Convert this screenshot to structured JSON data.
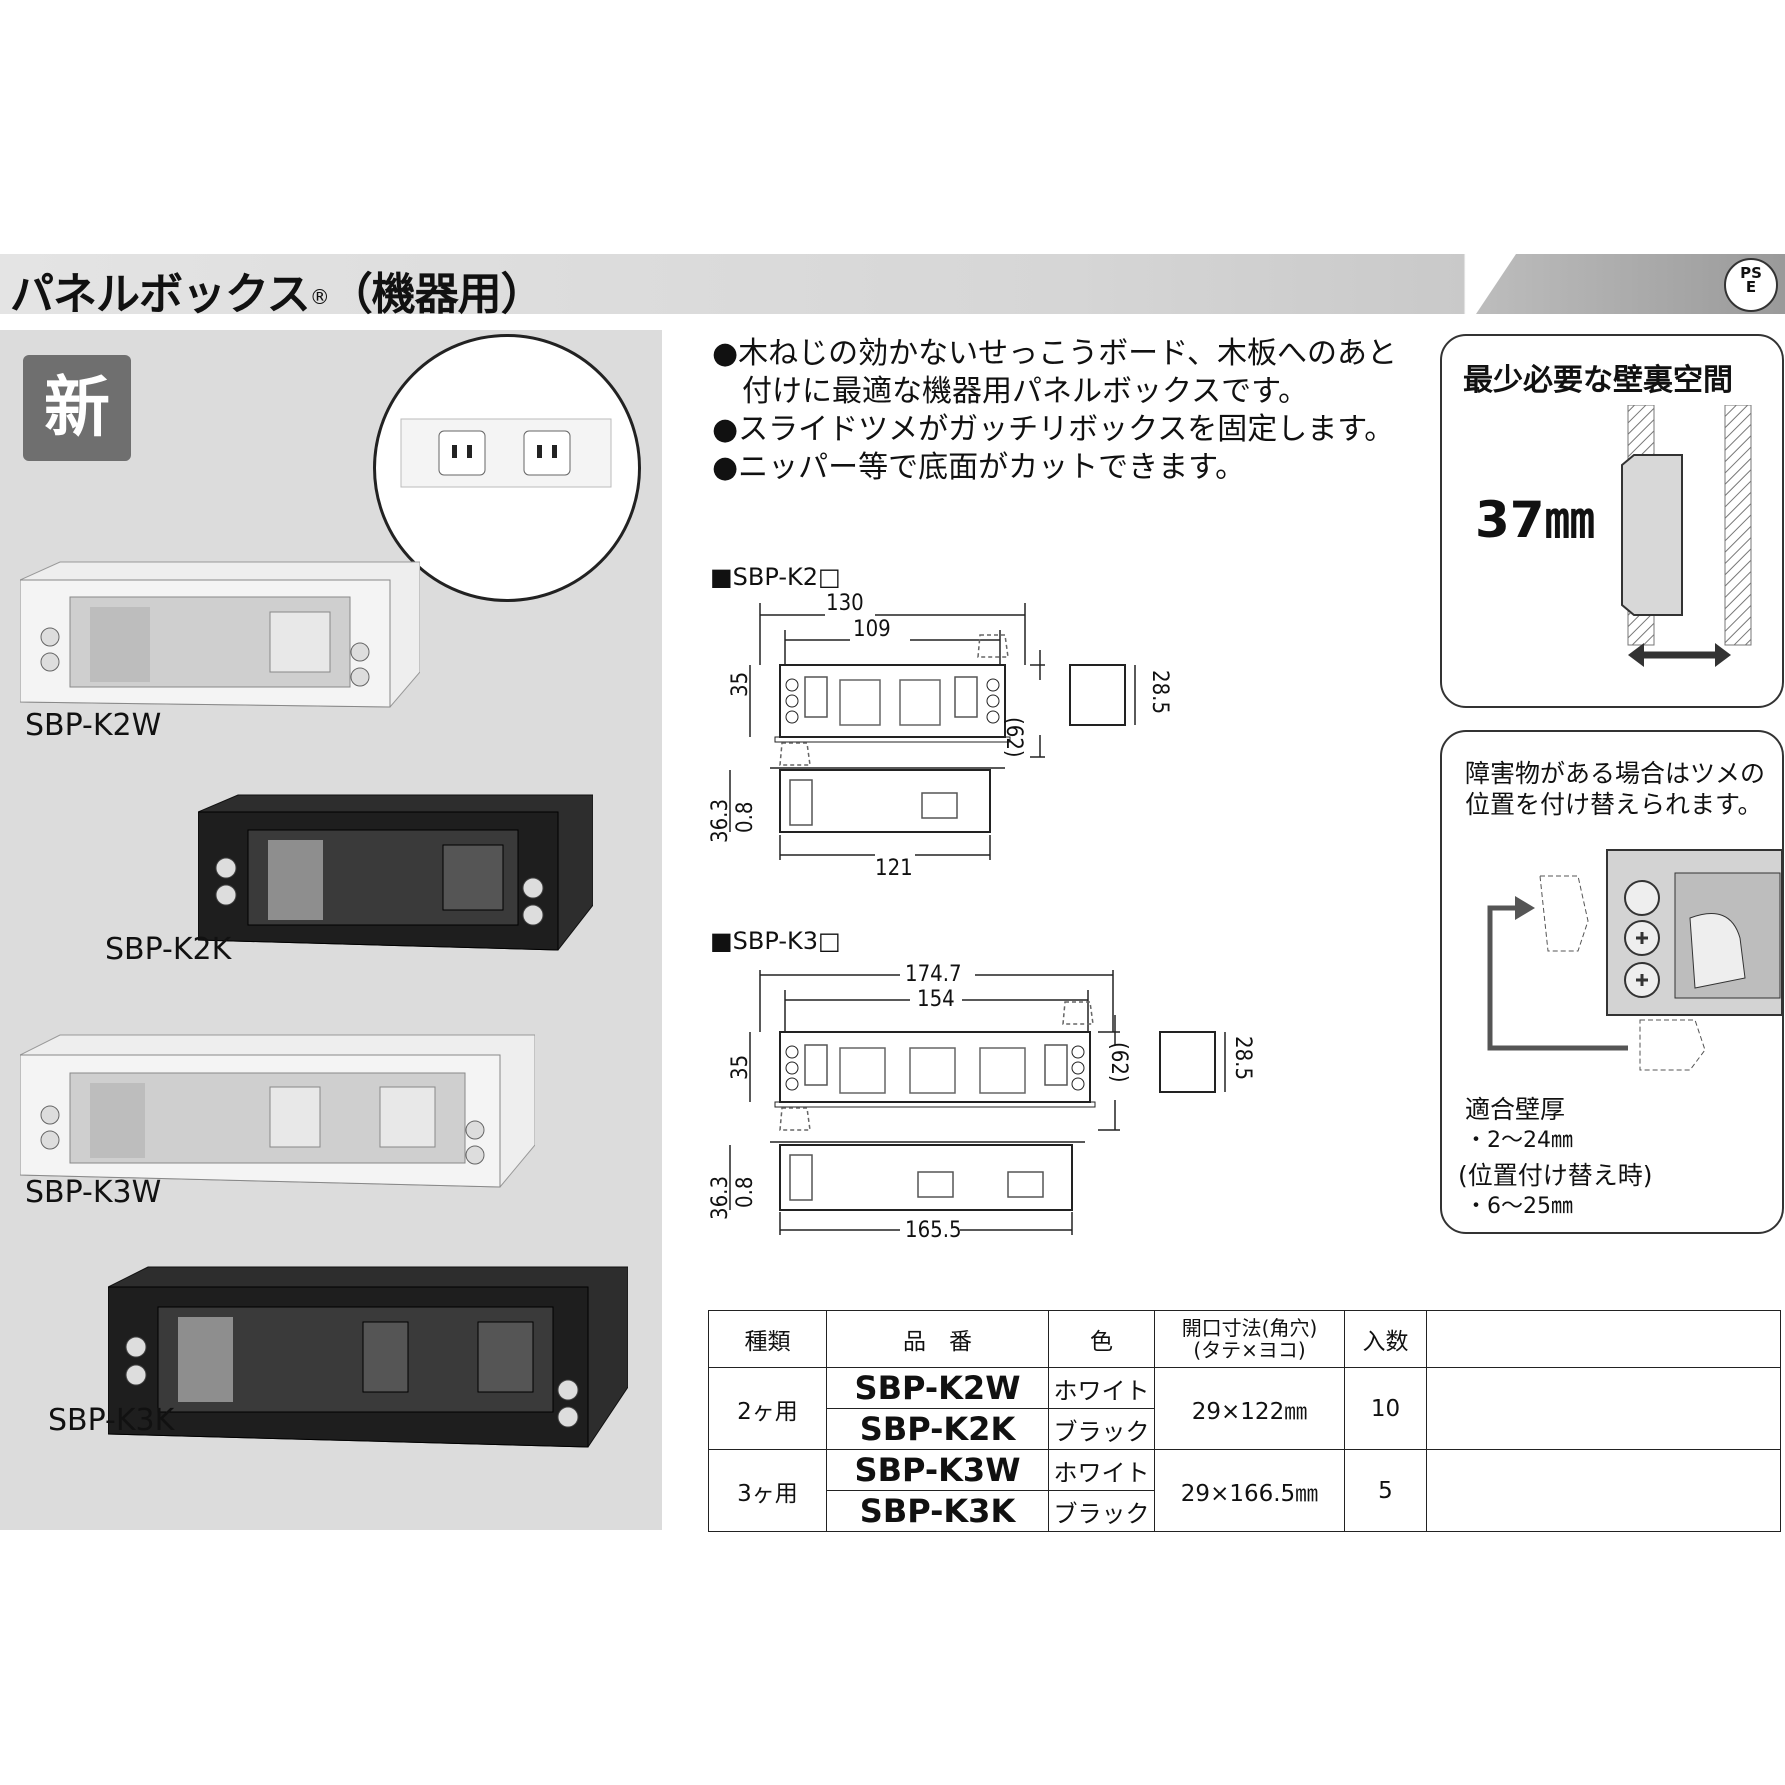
{
  "header": {
    "title": "パネルボックス",
    "registered": "®",
    "title_suffix": "（機器用）",
    "pse_top": "PS",
    "pse_bottom": "E"
  },
  "badge": "新",
  "products": [
    {
      "label": "SBP-K2W"
    },
    {
      "label": "SBP-K2K"
    },
    {
      "label": "SBP-K3W"
    },
    {
      "label": "SBP-K3K"
    }
  ],
  "description": [
    "●木ねじの効かないせっこうボード、木板へのあと",
    "　付けに最適な機器用パネルボックスです。",
    "●スライドツメがガッチリボックスを固定します。",
    "●ニッパー等で底面がカットできます。"
  ],
  "wall_space": {
    "title": "最少必要な壁裏空間",
    "value": "37㎜"
  },
  "obstacle": {
    "note": [
      "障害物がある場合はツメの",
      "位置を付け替えられます。"
    ],
    "thickness_title": "適合壁厚",
    "thickness_normal": "・2〜24㎜",
    "relocated_title": "(位置付け替え時)",
    "thickness_relocated": "・6〜25㎜"
  },
  "drawings": {
    "k2": {
      "label": "■SBP-K2□",
      "dims": {
        "overall": "130",
        "pitch": "109",
        "height": "35",
        "outer": "(62)",
        "depth": "28.5",
        "side_a": "36.3",
        "side_b": "0.8",
        "bottom": "121"
      }
    },
    "k3": {
      "label": "■SBP-K3□",
      "dims": {
        "overall": "174.7",
        "pitch": "154",
        "height": "35",
        "outer": "(62)",
        "depth": "28.5",
        "side_a": "36.3",
        "side_b": "0.8",
        "bottom": "165.5"
      }
    }
  },
  "table": {
    "headers": {
      "type": "種類",
      "part": "品　番",
      "color": "色",
      "opening_1": "開口寸法(角穴)",
      "opening_2": "(タテ×ヨコ)",
      "qty": "入数"
    },
    "groups": [
      {
        "type": "2ヶ用",
        "opening": "29×122㎜",
        "qty": "10",
        "rows": [
          {
            "part": "SBP-K2W",
            "color": "ホワイト"
          },
          {
            "part": "SBP-K2K",
            "color": "ブラック"
          }
        ]
      },
      {
        "type": "3ヶ用",
        "opening": "29×166.5㎜",
        "qty": "5",
        "rows": [
          {
            "part": "SBP-K3W",
            "color": "ホワイト"
          },
          {
            "part": "SBP-K3K",
            "color": "ブラック"
          }
        ]
      }
    ]
  }
}
